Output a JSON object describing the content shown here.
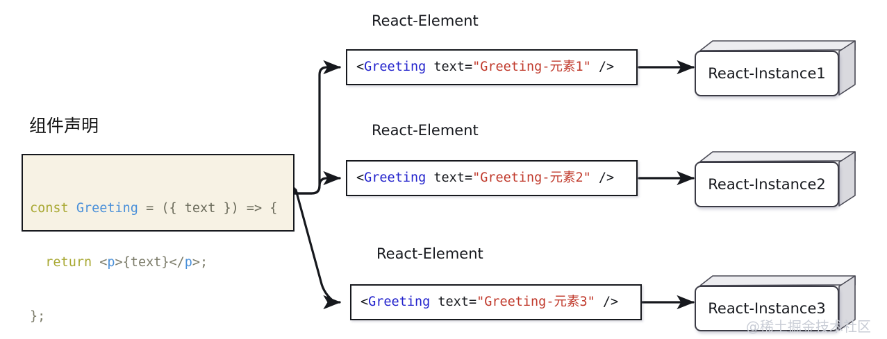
{
  "declaration": {
    "title": "组件声明",
    "code_lines": [
      [
        {
          "t": "const",
          "c": "kw"
        },
        {
          "t": " ",
          "c": "plain"
        },
        {
          "t": "Greeting",
          "c": "fn"
        },
        {
          "t": " = ({ ",
          "c": "plain"
        },
        {
          "t": "text",
          "c": "plain"
        },
        {
          "t": " }) => {",
          "c": "plain"
        }
      ],
      [
        {
          "t": "  ",
          "c": "plain"
        },
        {
          "t": "return",
          "c": "kw"
        },
        {
          "t": " <",
          "c": "punc"
        },
        {
          "t": "p",
          "c": "tag"
        },
        {
          "t": ">{text}</",
          "c": "punc"
        },
        {
          "t": "p",
          "c": "tag"
        },
        {
          "t": ">;",
          "c": "punc"
        }
      ],
      [
        {
          "t": "};",
          "c": "punc"
        }
      ]
    ],
    "code_plain": "const Greeting = ({ text }) => {\n  return <p>{text}</p>;\n};"
  },
  "elements": [
    {
      "label": "React-Element",
      "code_prefix": "<",
      "component": "Greeting",
      "attr": " text=",
      "value": "\"Greeting-元素1\"",
      "suffix": " />",
      "code_plain": "<Greeting text=\"Greeting-元素1\" />"
    },
    {
      "label": "React-Element",
      "code_prefix": "<",
      "component": "Greeting",
      "attr": " text=",
      "value": "\"Greeting-元素2\"",
      "suffix": " />",
      "code_plain": "<Greeting text=\"Greeting-元素2\" />"
    },
    {
      "label": "React-Element",
      "code_prefix": "<",
      "component": "Greeting",
      "attr": " text=",
      "value": "\"Greeting-元素3\"",
      "suffix": " />",
      "code_plain": "<Greeting text=\"Greeting-元素3\" />"
    }
  ],
  "instances": [
    {
      "label": "React-Instance1"
    },
    {
      "label": "React-Instance2"
    },
    {
      "label": "React-Instance3"
    }
  ],
  "watermark": "@稀土掘金技术社区",
  "colors": {
    "background": "#ffffff",
    "code_block_bg": "#f7f2e4",
    "stroke": "#16181d",
    "jsx_component": "#2222cc",
    "jsx_string": "#c0392b",
    "keyword": "#a8a832",
    "identifier": "#4a90d9",
    "box_3d_top": "#ededf0",
    "box_3d_side": "#d9d9de",
    "watermark": "#c9cdd6"
  }
}
